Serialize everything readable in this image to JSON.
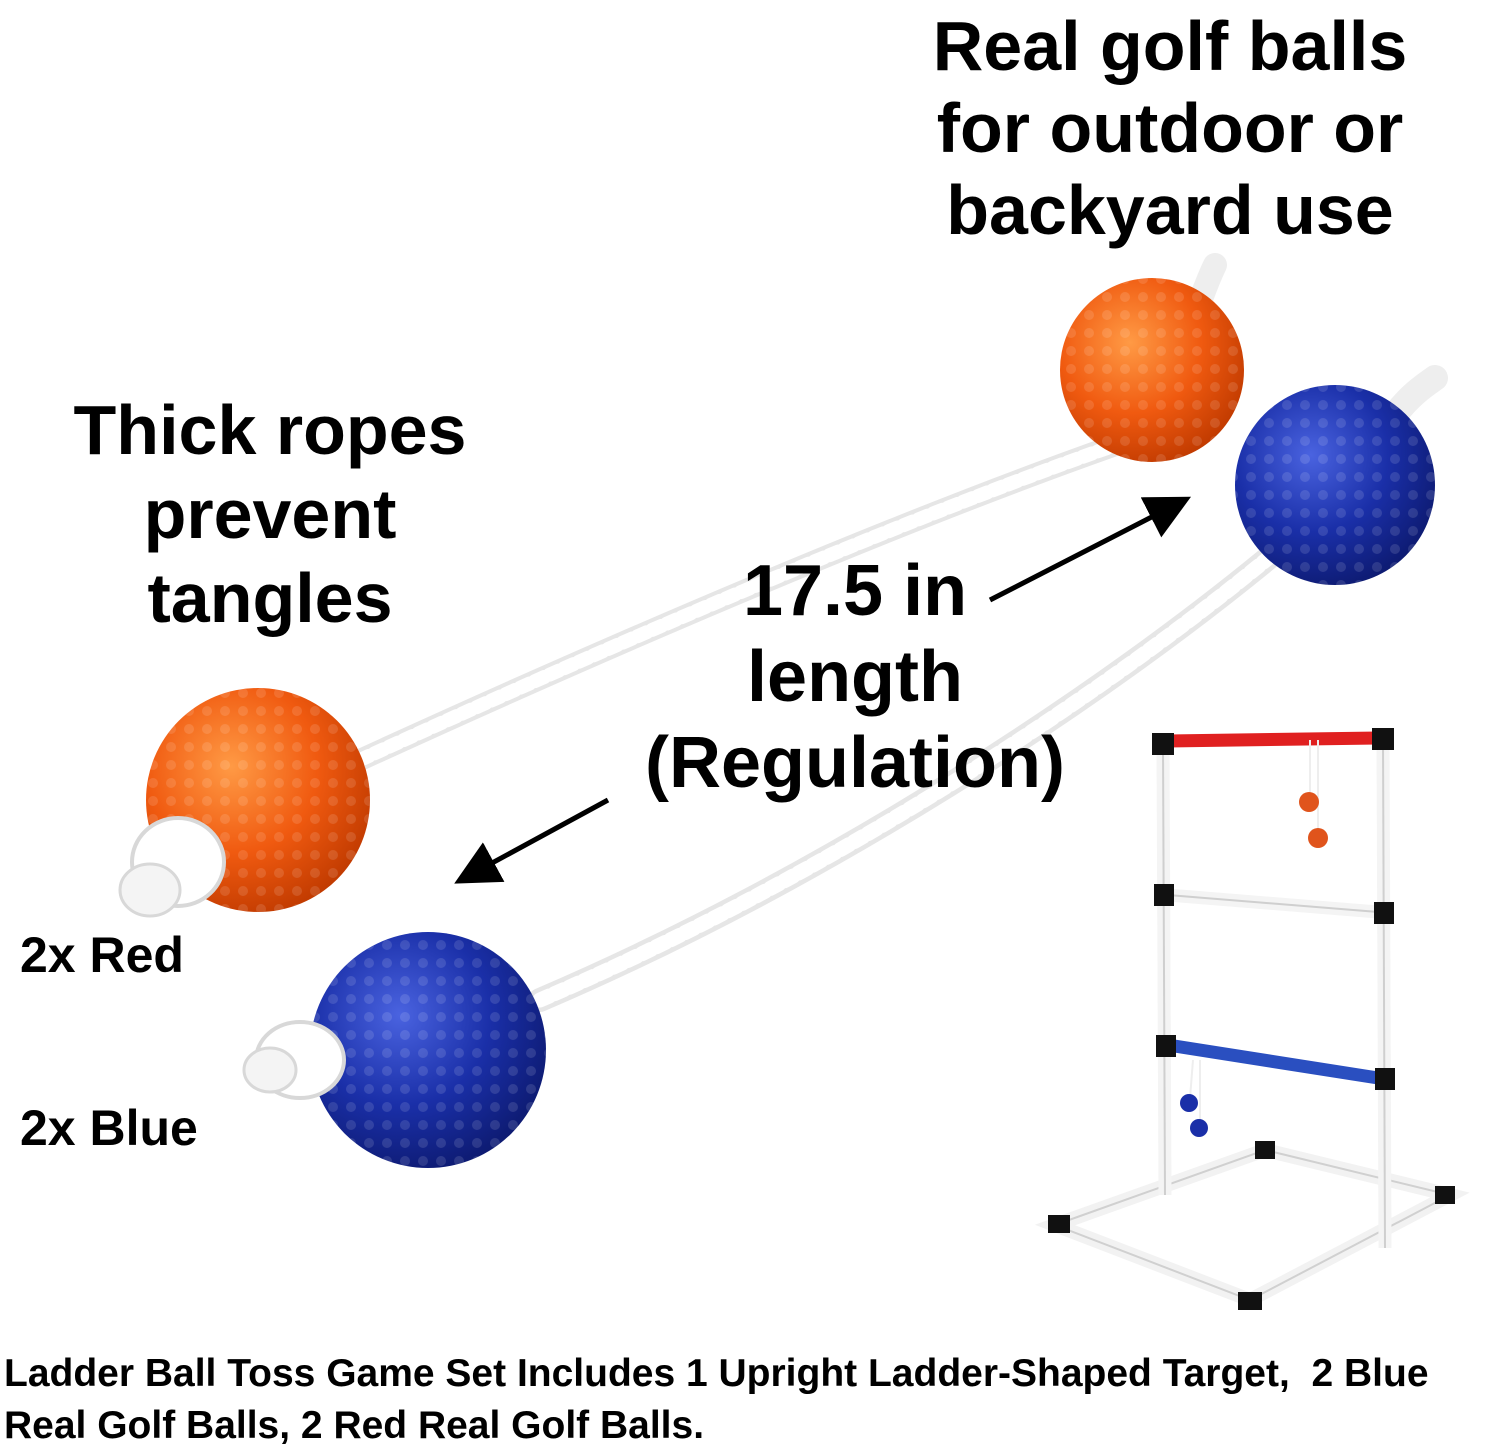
{
  "callouts": {
    "golf_balls": "Real golf balls\nfor outdoor or\nbackyard use",
    "ropes": "Thick ropes\nprevent\ntangles",
    "length": "17.5 in\nlength\n(Regulation)"
  },
  "counts": {
    "red": "2x Red",
    "blue": "2x Blue"
  },
  "caption": "Ladder Ball Toss Game Set Includes 1 Upright Ladder-Shaped Target,  2 Blue Real Golf Balls, 2 Red Real Golf Balls.",
  "colors": {
    "orange_ball": "#f05a10",
    "blue_ball": "#1a2fa8",
    "ladder_top_rung": "#e02020",
    "ladder_bottom_rung": "#2a4fc0",
    "rope": "#f4f4f4",
    "text": "#000000"
  }
}
